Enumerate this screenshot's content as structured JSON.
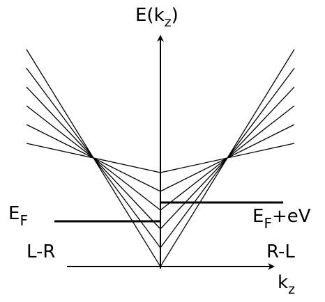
{
  "diagram": {
    "y_axis_label": {
      "main": "E(k",
      "sub": "z",
      "close": ")"
    },
    "x_axis_label": {
      "main": "k",
      "sub": "z"
    },
    "fermi_left": {
      "main": "E",
      "sub": "F"
    },
    "fermi_right": {
      "main": "E",
      "sub": "F",
      "suffix": "+eV"
    },
    "left_branch_label": "L-R",
    "right_branch_label": "R-L",
    "band_count": 6,
    "colors": {
      "line": "#000000",
      "background": "#ffffff"
    }
  }
}
